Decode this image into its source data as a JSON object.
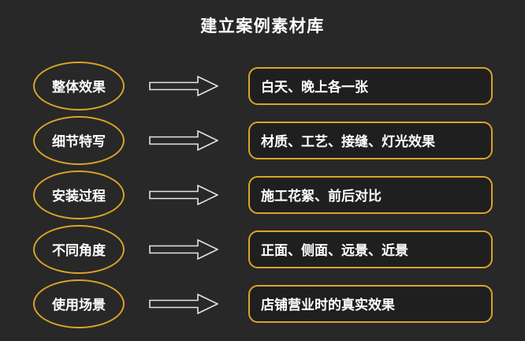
{
  "title": "建立案例素材库",
  "colors": {
    "background": "#282828",
    "gold_border": "#D9A427",
    "box_fill": "#1F1F1F",
    "arrow_outline": "#E3E3E3",
    "text": "#FFFFFF"
  },
  "rows": [
    {
      "label": "整体效果",
      "detail": "白天、晚上各一张"
    },
    {
      "label": "细节特写",
      "detail": "材质、工艺、接缝、灯光效果"
    },
    {
      "label": "安装过程",
      "detail": "施工花絮、前后对比"
    },
    {
      "label": "不同角度",
      "detail": "正面、侧面、远景、近景"
    },
    {
      "label": "使用场景",
      "detail": "店铺营业时的真实效果"
    }
  ]
}
